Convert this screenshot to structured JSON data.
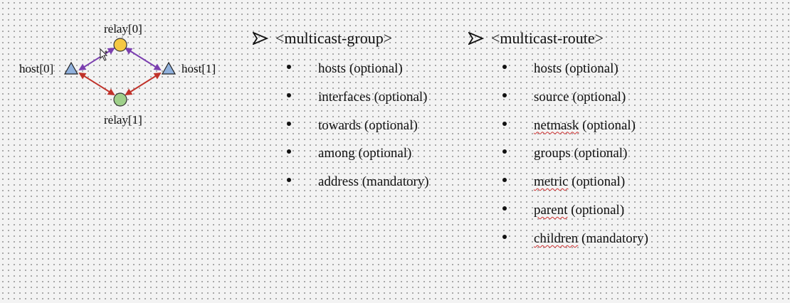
{
  "diagram": {
    "nodes": {
      "relay0": "relay[0]",
      "relay1": "relay[1]",
      "host0": "host[0]",
      "host1": "host[1]"
    },
    "colors": {
      "relay0_fill": "#f5c842",
      "relay1_fill": "#9fd08a",
      "host_fill": "#8fb0dc",
      "upper_links": "#7b3fb0",
      "lower_links": "#c0322a"
    }
  },
  "multicast_group": {
    "heading": "<multicast-group>",
    "items": [
      "hosts (optional)",
      "interfaces (optional)",
      "towards (optional)",
      "among (optional)",
      "address (mandatory)"
    ]
  },
  "multicast_route": {
    "heading": "<multicast-route>",
    "items": [
      {
        "word": "hosts",
        "rest": " (optional)",
        "squiggle": false
      },
      {
        "word": "source",
        "rest": " (optional)",
        "squiggle": false
      },
      {
        "word": "netmask",
        "rest": " (optional)",
        "squiggle": true
      },
      {
        "word": "groups",
        "rest": " (optional)",
        "squiggle": false
      },
      {
        "word": "metric",
        "rest": " (optional)",
        "squiggle": true
      },
      {
        "word": "parent",
        "rest": " (optional)",
        "squiggle": true
      },
      {
        "word": "children",
        "rest": " (mandatory)",
        "squiggle": true
      }
    ]
  }
}
